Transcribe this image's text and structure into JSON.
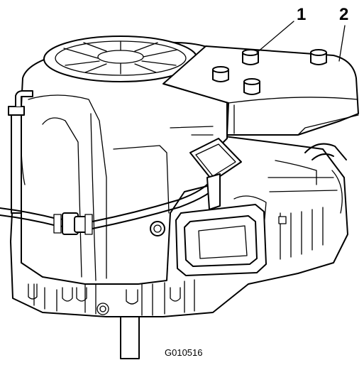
{
  "figure_id": "G010516",
  "callouts": [
    {
      "label": "1"
    },
    {
      "label": "2"
    }
  ]
}
